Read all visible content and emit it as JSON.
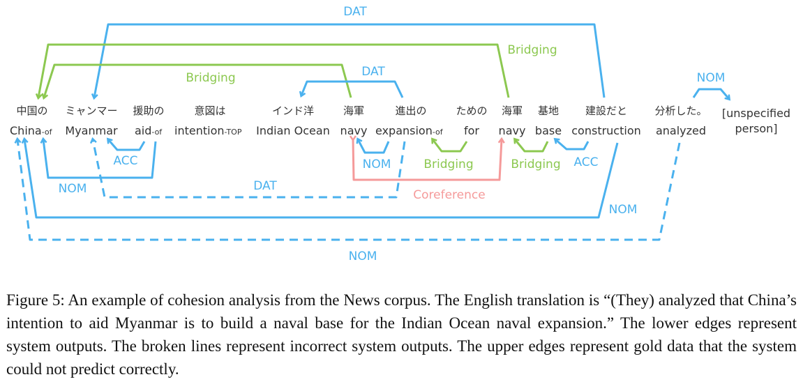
{
  "colors": {
    "case": "#4ab1ee",
    "bridging": "#8cc850",
    "coreference": "#f59a9a",
    "text": "#333333"
  },
  "tokens": [
    {
      "jp": "中国の",
      "en": "China",
      "suffix": "-of"
    },
    {
      "jp": "ミャンマー",
      "en": "Myanmar",
      "suffix": ""
    },
    {
      "jp": "援助の",
      "en": "aid",
      "suffix": "-of"
    },
    {
      "jp": "意図は",
      "en": "intention",
      "suffix": "-TOP"
    },
    {
      "jp": "インド洋",
      "en": "Indian Ocean",
      "suffix": ""
    },
    {
      "jp": "海軍",
      "en": "navy",
      "suffix": ""
    },
    {
      "jp": "進出の",
      "en": "expansion",
      "suffix": "-of"
    },
    {
      "jp": "ための",
      "en": "for",
      "suffix": ""
    },
    {
      "jp": "海軍",
      "en": "navy",
      "suffix": ""
    },
    {
      "jp": "基地",
      "en": "base",
      "suffix": ""
    },
    {
      "jp": "建設だと",
      "en": "construction",
      "suffix": ""
    },
    {
      "jp": "分析した。",
      "en": "analyzed",
      "suffix": ""
    },
    {
      "jp": "",
      "en": "[unspecified",
      "en2": "person]",
      "suffix": ""
    }
  ],
  "upper_edges": [
    {
      "label": "DAT",
      "type": "case",
      "from": "construction",
      "to": "Myanmar"
    },
    {
      "label": "Bridging",
      "type": "bridging",
      "from": "navy (2)",
      "to": "China"
    },
    {
      "label": "Bridging",
      "type": "bridging",
      "from": "navy (1)",
      "to": "China"
    },
    {
      "label": "DAT",
      "type": "case",
      "from": "expansion",
      "to": "Indian Ocean"
    },
    {
      "label": "NOM",
      "type": "case",
      "from": "analyzed",
      "to": "[unspecified person]"
    }
  ],
  "lower_edges": [
    {
      "label": "ACC",
      "type": "case",
      "from": "aid",
      "to": "Myanmar",
      "style": "solid"
    },
    {
      "label": "NOM",
      "type": "case",
      "from": "aid",
      "to": "China",
      "style": "solid"
    },
    {
      "label": "DAT",
      "type": "case",
      "from": "expansion",
      "to": "Myanmar",
      "style": "dashed"
    },
    {
      "label": "NOM",
      "type": "case",
      "from": "expansion",
      "to": "navy (1)",
      "style": "solid"
    },
    {
      "label": "Bridging",
      "type": "bridging",
      "from": "for",
      "to": "expansion",
      "style": "solid"
    },
    {
      "label": "Coreference",
      "type": "coreference",
      "from": "navy (1)",
      "to": "navy (2)",
      "style": "solid"
    },
    {
      "label": "Bridging",
      "type": "bridging",
      "from": "base",
      "to": "navy (2)",
      "style": "solid"
    },
    {
      "label": "ACC",
      "type": "case",
      "from": "construction",
      "to": "base",
      "style": "solid"
    },
    {
      "label": "NOM",
      "type": "case",
      "from": "construction",
      "to": "China",
      "style": "solid"
    },
    {
      "label": "NOM",
      "type": "case",
      "from": "analyzed",
      "to": "China",
      "style": "dashed"
    }
  ],
  "caption": "Figure 5: An example of cohesion analysis from the News corpus. The English translation is “(They) analyzed that China’s intention to aid Myanmar is to build a naval base for the Indian Ocean naval expansion.” The lower edges represent system outputs. The broken lines represent incorrect system outputs. The upper edges represent gold data that the system could not predict correctly."
}
